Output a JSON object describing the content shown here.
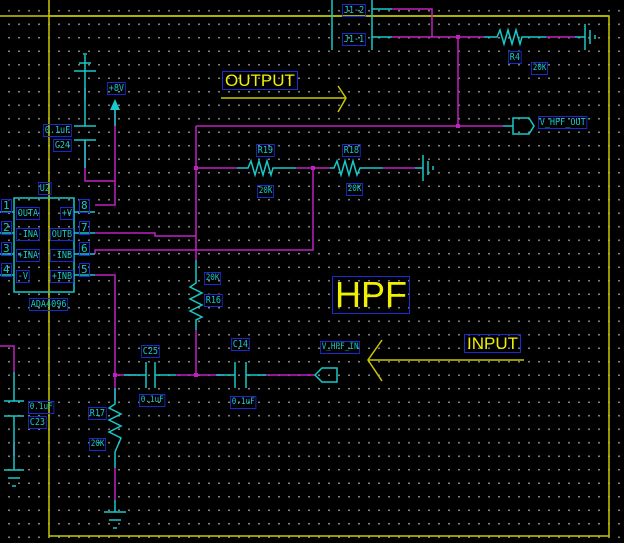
{
  "title_label": "HPF",
  "flow_labels": {
    "output": "OUTPUT",
    "input": "INPUT"
  },
  "colors": {
    "wire": "#c020c0",
    "component": "#19c8c8",
    "border": "#c8c800",
    "text_box": "#1a2ad0",
    "title": "#f0f000"
  },
  "connector": {
    "ref_top": "J1-2",
    "ref_bottom": "J1-1"
  },
  "nets": {
    "out": "V_HPF_OUT",
    "in": "V_HPF_IN",
    "supply": "+8V"
  },
  "ic": {
    "ref": "U2",
    "part": "ADA4096",
    "left_pins": [
      {
        "num": "1",
        "name": "OUTA"
      },
      {
        "num": "2",
        "name": "-INA"
      },
      {
        "num": "3",
        "name": "+INA"
      },
      {
        "num": "4",
        "name": "-V"
      }
    ],
    "right_pins": [
      {
        "num": "8",
        "name": "+V"
      },
      {
        "num": "7",
        "name": "OUTB"
      },
      {
        "num": "6",
        "name": "-INB"
      },
      {
        "num": "5",
        "name": "+INB"
      }
    ]
  },
  "resistors": {
    "R4": {
      "ref": "R4",
      "value": "20K"
    },
    "R19": {
      "ref": "R19",
      "value": "20K"
    },
    "R18": {
      "ref": "R18",
      "value": "20K"
    },
    "R16": {
      "ref": "R16",
      "value": "20K"
    },
    "R17": {
      "ref": "R17",
      "value": "20K"
    }
  },
  "capacitors": {
    "C24": {
      "ref": "C24",
      "value": "0.1uF"
    },
    "C25": {
      "ref": "C25",
      "value": "0.1uF"
    },
    "C14": {
      "ref": "C14",
      "value": "0.1uF"
    },
    "C23": {
      "ref": "C23",
      "value": "0.1uF"
    }
  }
}
